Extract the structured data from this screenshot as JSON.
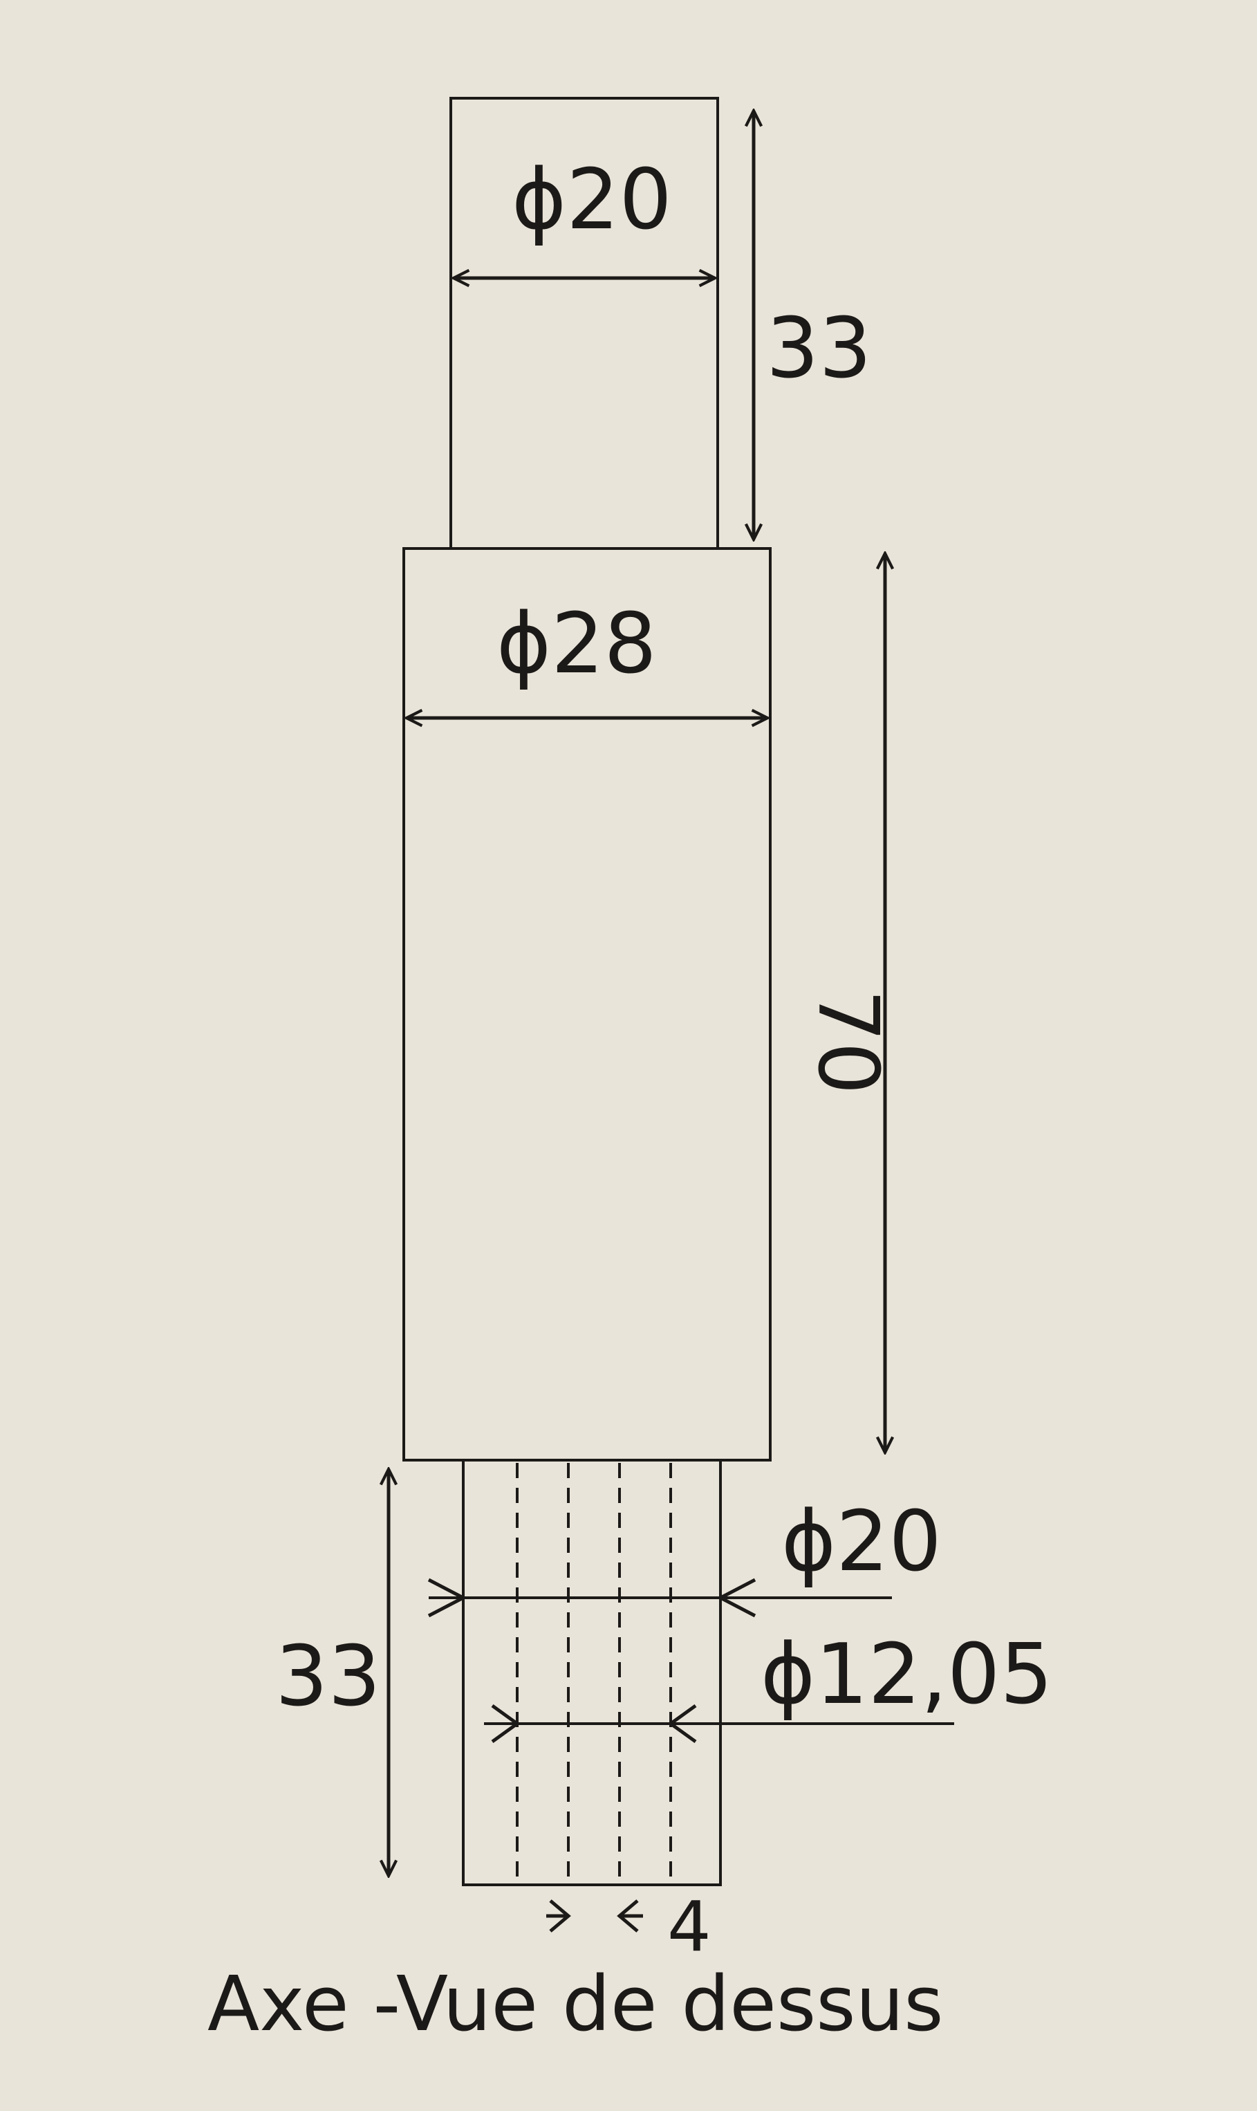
{
  "drawing": {
    "caption": "Axe -Vue de dessus",
    "ink_color": "#1c1a18",
    "paper_color": "#e9e4d9",
    "sections": {
      "top_shaft": {
        "diameter_label": "ϕ20",
        "length_label": "33"
      },
      "middle_shaft": {
        "diameter_label": "ϕ28",
        "length_label": "70"
      },
      "bottom_shaft": {
        "diameter_label": "ϕ20",
        "bore_label": "ϕ12,05",
        "length_label": "33",
        "spacing_label": "4"
      }
    }
  }
}
